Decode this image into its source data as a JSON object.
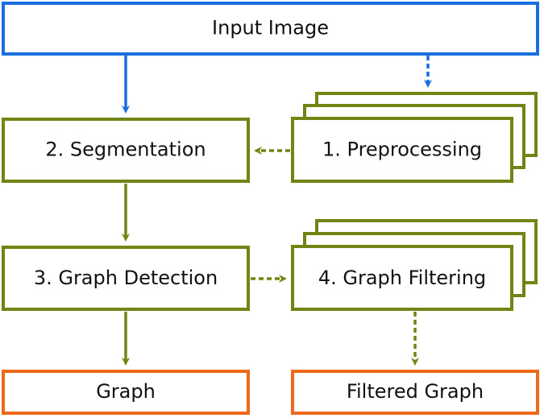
{
  "colors": {
    "input": "#1a6fe0",
    "process": "#6f8614",
    "output": "#ee6a1a"
  },
  "nodes": {
    "input": {
      "label": "Input Image"
    },
    "segmentation": {
      "label": "2. Segmentation"
    },
    "preprocessing": {
      "label": "1. Preprocessing"
    },
    "graph_detection": {
      "label": "3. Graph Detection"
    },
    "graph_filtering": {
      "label": "4. Graph Filtering"
    },
    "graph": {
      "label": "Graph"
    },
    "filtered_graph": {
      "label": "Filtered Graph"
    }
  },
  "edges": [
    {
      "from": "input",
      "to": "segmentation",
      "style": "solid"
    },
    {
      "from": "input",
      "to": "preprocessing",
      "style": "dashed"
    },
    {
      "from": "preprocessing",
      "to": "segmentation",
      "style": "dashed"
    },
    {
      "from": "segmentation",
      "to": "graph_detection",
      "style": "solid"
    },
    {
      "from": "graph_detection",
      "to": "graph_filtering",
      "style": "dashed"
    },
    {
      "from": "graph_detection",
      "to": "graph",
      "style": "solid"
    },
    {
      "from": "graph_filtering",
      "to": "filtered_graph",
      "style": "dashed"
    }
  ]
}
